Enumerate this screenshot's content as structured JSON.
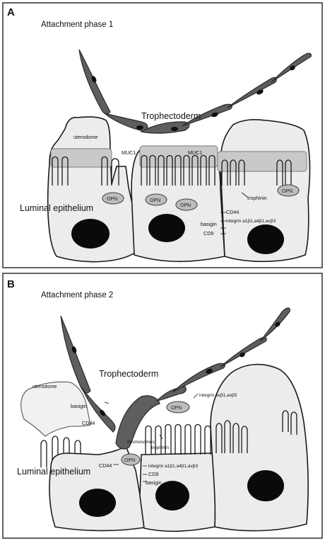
{
  "panelA": {
    "letter": "A",
    "phase": "Attachment phase 1",
    "trophectoderm": "Trophectoderm",
    "luminal": "Luminal epithelium",
    "uterodome": "uterodome",
    "muc1_left": "MUC1",
    "muc1_right": "MUC1",
    "opn": "OPN",
    "trophinin": "trophinin",
    "cd44": "CD44",
    "integrin": "integrin a1β1,a4β1,avβ3",
    "basigin": "basigin",
    "cd9": "CD9"
  },
  "panelB": {
    "letter": "B",
    "phase": "Attachment phase 2",
    "trophectoderm": "Trophectoderm",
    "luminal": "Luminal epithelium",
    "uterodome": "uterodome",
    "basigin_top": "basigin",
    "cd44_top": "CD44",
    "opn": "OPN",
    "integrin_top": "integrin avβ1,avβ5",
    "desmosomes": "desmosomes",
    "trophinin": "trophinin",
    "cd44": "CD44",
    "integrin": "integrin a1β1,a4β1,avβ3",
    "cd9": "CD9",
    "basigin": "basigin"
  }
}
